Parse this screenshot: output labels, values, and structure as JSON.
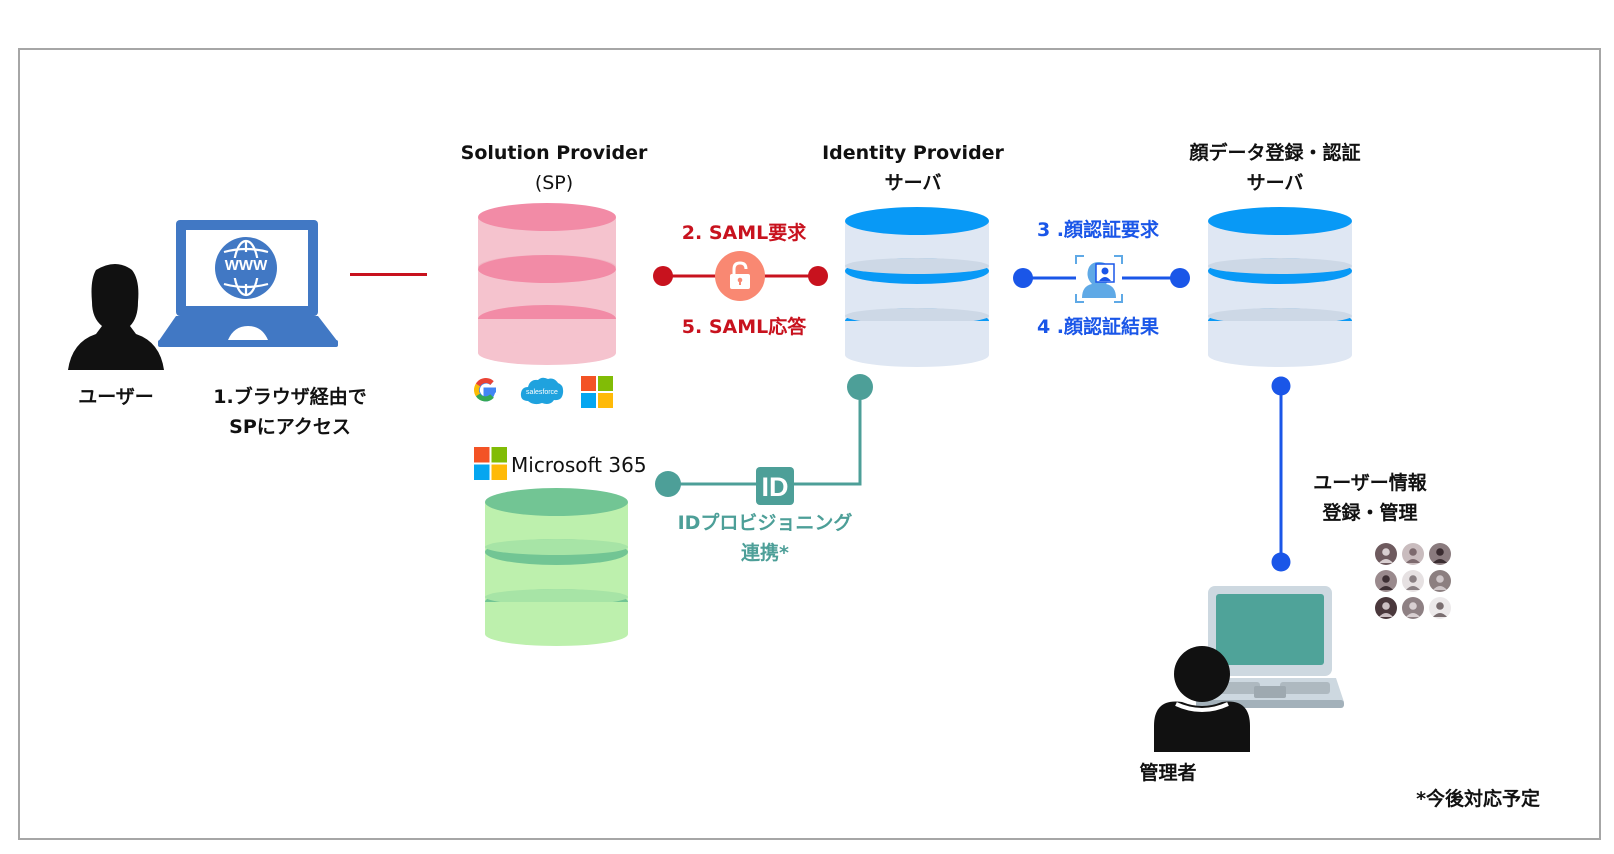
{
  "diagram": {
    "title_nodes": {
      "user": {
        "label": "ユーザー"
      },
      "step1": {
        "line1": "1.ブラウザ経由で",
        "line2": "SPにアクセス"
      },
      "sp": {
        "line1": "Solution Provider",
        "line2": "(SP)",
        "logos": [
          "google-logo",
          "salesforce-logo",
          "microsoft-logo"
        ],
        "salesforce_text": "salesforce"
      },
      "idp": {
        "line1": "Identity Provider",
        "line2": "サーバ"
      },
      "face": {
        "line1": "顔データ登録・認証",
        "line2": "サーバ"
      },
      "ms365": {
        "label": "Microsoft 365"
      },
      "admin": {
        "label": "管理者"
      },
      "userinfo": {
        "line1": "ユーザー情報",
        "line2": "登録・管理"
      }
    },
    "edges": {
      "saml_request": "2. SAML要求",
      "saml_response": "5. SAML応答",
      "face_request": "3 .顔認証要求",
      "face_result": "4 .顔認証結果",
      "id_provisioning": {
        "line1": "IDプロビジョニング",
        "line2": "連携*",
        "badge": "ID"
      }
    },
    "www_text": "WWW",
    "footnote": "*今後対応予定",
    "colors": {
      "sp_db": "#f28ba6",
      "idp_db": "#0899f6",
      "ms_db": "#72c594",
      "saml_line": "#c8121e",
      "face_line": "#1a56e8",
      "id_line": "#4d9f98",
      "laptop_user": "#4178c4",
      "frame": "#a6a6a6"
    }
  }
}
